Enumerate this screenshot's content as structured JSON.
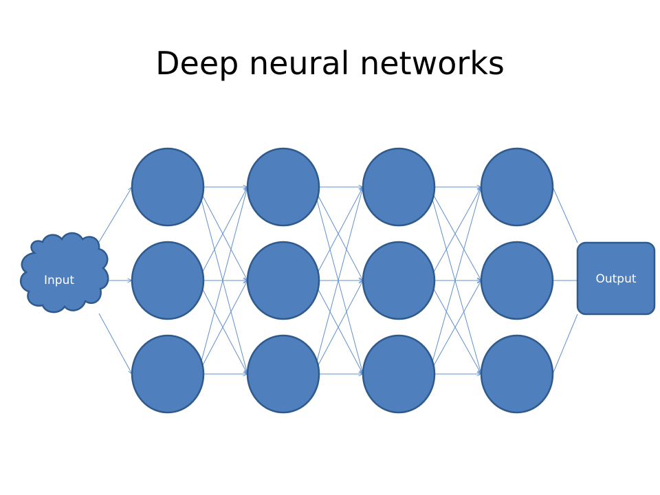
{
  "slide": {
    "title": "Deep neural networks"
  },
  "network": {
    "input_label": "Input",
    "output_label": "Output",
    "hidden_layers": 4,
    "neurons_per_layer": 3,
    "colors": {
      "node_fill": "#4f7fbd",
      "node_stroke": "#2e5a8c",
      "edge": "#5f8fd0",
      "label_text": "#ffffff"
    }
  }
}
